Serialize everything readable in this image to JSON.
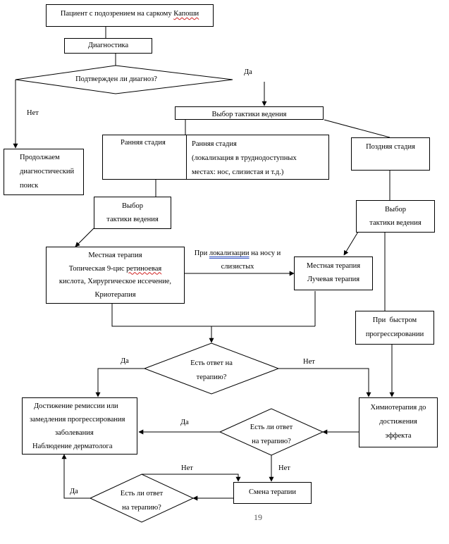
{
  "nodes": {
    "patient": {
      "pre": "Пациент с подозрением на саркому ",
      "marked": "Капоши"
    },
    "diagnostics": "Диагностика",
    "confirmed_q": "Подтвержден ли диагноз?",
    "tactics_top": "Выбор тактики ведения",
    "early_left": "Ранняя стадия",
    "early_right": [
      "Ранняя стадия",
      "(локализация в труднодоступных",
      "местах: нос, слизистая и т.д.)"
    ],
    "late": "Поздняя стадия",
    "continue_search": [
      "Продолжаем",
      "диагностический",
      "поиск"
    ],
    "tactics_left": [
      "Выбор",
      "тактики ведения"
    ],
    "tactics_right": [
      "Выбор",
      "тактики ведения"
    ],
    "local_therapy": {
      "l1": "Местная терапия",
      "l2_pre": "Топическая 9-цис ",
      "l2_marked": "ретиноевая",
      "l3": "кислота, Хирургическое иссечение,",
      "l4": "Криотерапия"
    },
    "local_radiation": [
      "Местная терапия",
      "Лучевая терапия"
    ],
    "rapid_progress": [
      "При  быстром",
      "прогрессировании"
    ],
    "response_q1": [
      "Есть ответ на",
      "терапию?"
    ],
    "remission": [
      "Достижение ремиссии или",
      "замедления прогрессирования",
      "заболевания",
      "Наблюдение дерматолога"
    ],
    "chemo": [
      "Химиотерапия до",
      "достижения",
      "эффекта"
    ],
    "response_q2": [
      "Есть ли ответ",
      "на терапию?"
    ],
    "change_therapy": "Смена терапии",
    "response_q3": [
      "Есть ли ответ",
      "на терапию?"
    ]
  },
  "edge_labels": {
    "yes_top": "Да",
    "no_left": "Нет",
    "localization_note": {
      "pre": "При ",
      "marked": "локализации",
      "post": " на носу и",
      "l2": "слизистых"
    },
    "yes_q1": "Да",
    "no_q1": "Нет",
    "yes_q2": "Да",
    "no_q2": "Нет",
    "no_q3": "Нет",
    "yes_q3": "Да"
  },
  "page_number": "19",
  "colors": {
    "line": "#000000",
    "spell_mark": "#d02020",
    "grammar_mark": "#3050c0",
    "page_number": "#555555"
  }
}
